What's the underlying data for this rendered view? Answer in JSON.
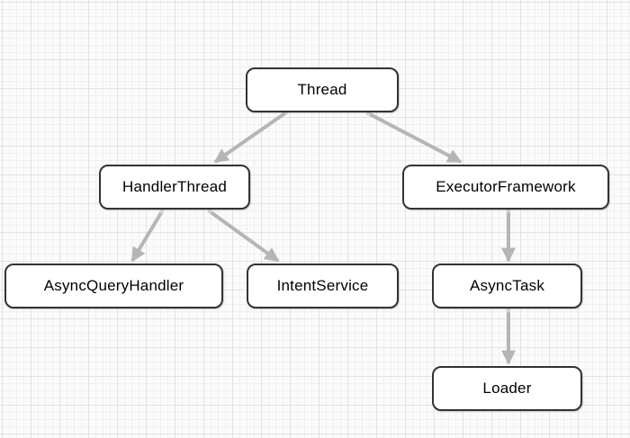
{
  "diagram": {
    "type": "hierarchy",
    "nodes": [
      {
        "id": "thread",
        "label": "Thread"
      },
      {
        "id": "handler-thread",
        "label": "HandlerThread"
      },
      {
        "id": "executor-framework",
        "label": "ExecutorFramework"
      },
      {
        "id": "async-query-handler",
        "label": "AsyncQueryHandler"
      },
      {
        "id": "intent-service",
        "label": "IntentService"
      },
      {
        "id": "async-task",
        "label": "AsyncTask"
      },
      {
        "id": "loader",
        "label": "Loader"
      }
    ],
    "edges": [
      {
        "from": "Thread",
        "to": "HandlerThread"
      },
      {
        "from": "Thread",
        "to": "ExecutorFramework"
      },
      {
        "from": "HandlerThread",
        "to": "AsyncQueryHandler"
      },
      {
        "from": "HandlerThread",
        "to": "IntentService"
      },
      {
        "from": "ExecutorFramework",
        "to": "AsyncTask"
      },
      {
        "from": "AsyncTask",
        "to": "Loader"
      }
    ],
    "colors": {
      "node_fill": "#ffffff",
      "node_border": "#333333",
      "node_text": "#000000",
      "arrow": "#b5b5b5",
      "paper_background": "#fbfbfb",
      "grid_minor": "#f0f0f0",
      "grid_major": "#e2e2e2"
    }
  }
}
